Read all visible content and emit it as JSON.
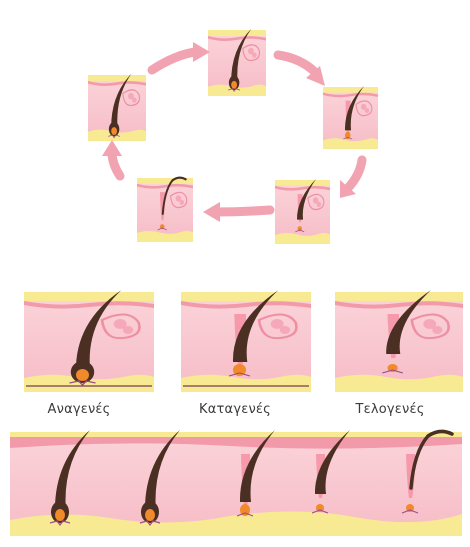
{
  "phases": [
    {
      "label": "Αναγενές"
    },
    {
      "label": "Καταγενές"
    },
    {
      "label": "Τελογενές"
    }
  ],
  "colors": {
    "skin": "#f7c3cc",
    "skin_light": "#fcdfe3",
    "epidermis": "#f29aa9",
    "fat": "#f7ea93",
    "hair": "#4a2f22",
    "papilla": "#f08a2a",
    "arrow": "#f2a3b1"
  },
  "stages": [
    "anagen",
    "anagen-late",
    "catagen",
    "telogen",
    "exogen"
  ]
}
